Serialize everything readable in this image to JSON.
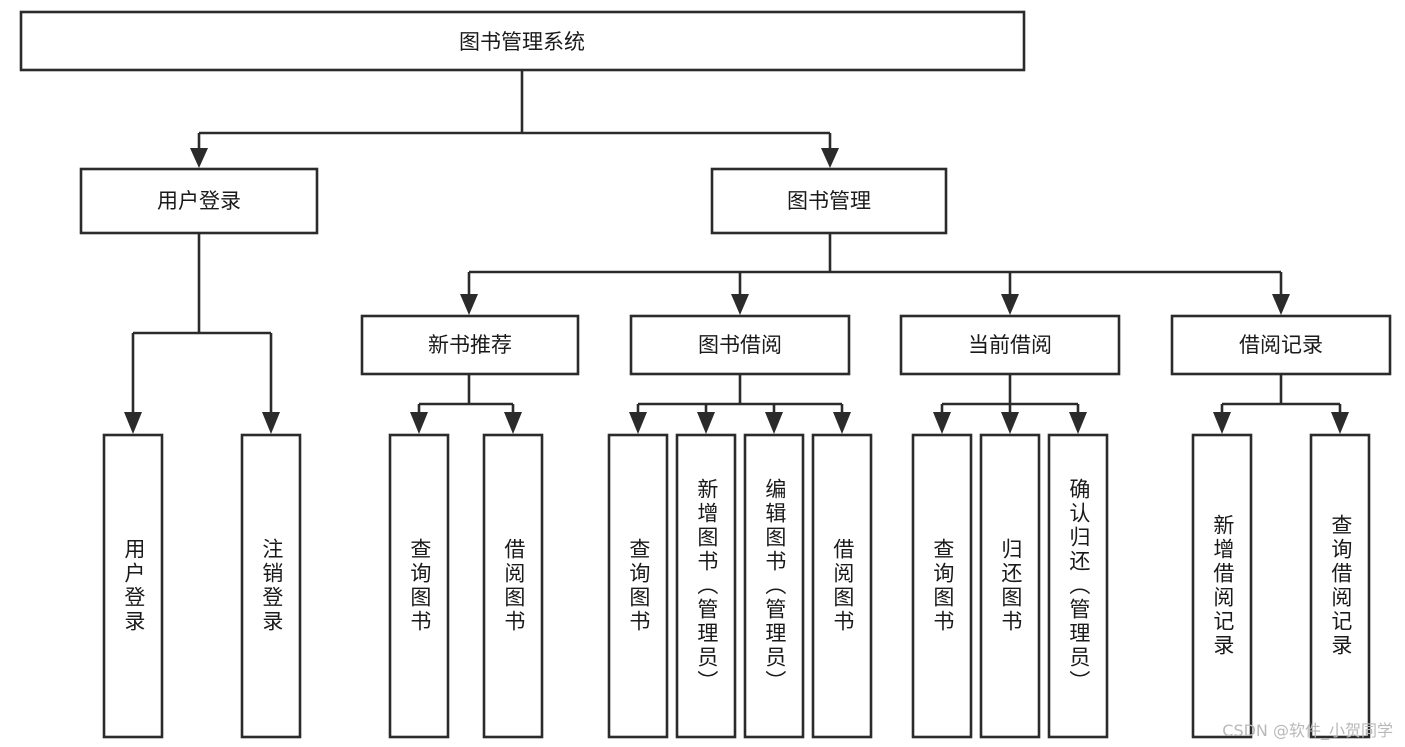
{
  "diagram": {
    "type": "tree-hierarchy",
    "title": "图书管理系统",
    "orientation": "top-down",
    "colors": {
      "box_fill": "#ffffff",
      "box_stroke": "#2b2b2b",
      "text": "#1a1a1a",
      "background": "#ffffff",
      "watermark": "#b9b9b9"
    },
    "levels": [
      {
        "level": 1,
        "nodes": [
          {
            "id": "root",
            "label": "图书管理系统",
            "orientation": "horizontal"
          }
        ]
      },
      {
        "level": 2,
        "nodes": [
          {
            "id": "user-login",
            "label": "用户登录",
            "orientation": "horizontal",
            "parent": "root"
          },
          {
            "id": "book-manage",
            "label": "图书管理",
            "orientation": "horizontal",
            "parent": "root"
          }
        ]
      },
      {
        "level": 3,
        "nodes": [
          {
            "id": "new-book-rec",
            "label": "新书推荐",
            "orientation": "horizontal",
            "parent": "book-manage"
          },
          {
            "id": "book-borrow",
            "label": "图书借阅",
            "orientation": "horizontal",
            "parent": "book-manage"
          },
          {
            "id": "current-borrow",
            "label": "当前借阅",
            "orientation": "horizontal",
            "parent": "book-manage"
          },
          {
            "id": "borrow-record",
            "label": "借阅记录",
            "orientation": "horizontal",
            "parent": "book-manage"
          }
        ]
      },
      {
        "level": 4,
        "nodes": [
          {
            "id": "leaf-user-login",
            "label": "用户登录",
            "orientation": "vertical",
            "parent": "user-login"
          },
          {
            "id": "leaf-user-logout",
            "label": "注销登录",
            "orientation": "vertical",
            "parent": "user-login"
          },
          {
            "id": "leaf-query-book-1",
            "label": "查询图书",
            "orientation": "vertical",
            "parent": "new-book-rec"
          },
          {
            "id": "leaf-borrow-book-1",
            "label": "借阅图书",
            "orientation": "vertical",
            "parent": "new-book-rec"
          },
          {
            "id": "leaf-query-book-2",
            "label": "查询图书",
            "orientation": "vertical",
            "parent": "book-borrow"
          },
          {
            "id": "leaf-add-book",
            "label": "新增图书（管理员）",
            "orientation": "vertical",
            "parent": "book-borrow"
          },
          {
            "id": "leaf-edit-book",
            "label": "编辑图书（管理员）",
            "orientation": "vertical",
            "parent": "book-borrow"
          },
          {
            "id": "leaf-borrow-book-2",
            "label": "借阅图书",
            "orientation": "vertical",
            "parent": "book-borrow"
          },
          {
            "id": "leaf-query-book-3",
            "label": "查询图书",
            "orientation": "vertical",
            "parent": "current-borrow"
          },
          {
            "id": "leaf-return-book",
            "label": "归还图书",
            "orientation": "vertical",
            "parent": "current-borrow"
          },
          {
            "id": "leaf-confirm-return",
            "label": "确认归还（管理员）",
            "orientation": "vertical",
            "parent": "current-borrow"
          },
          {
            "id": "leaf-add-record",
            "label": "新增借阅记录",
            "orientation": "vertical",
            "parent": "borrow-record"
          },
          {
            "id": "leaf-query-record",
            "label": "查询借阅记录",
            "orientation": "vertical",
            "parent": "borrow-record"
          }
        ]
      }
    ]
  },
  "watermark": {
    "text": "CSDN @软件_小贺同学"
  }
}
